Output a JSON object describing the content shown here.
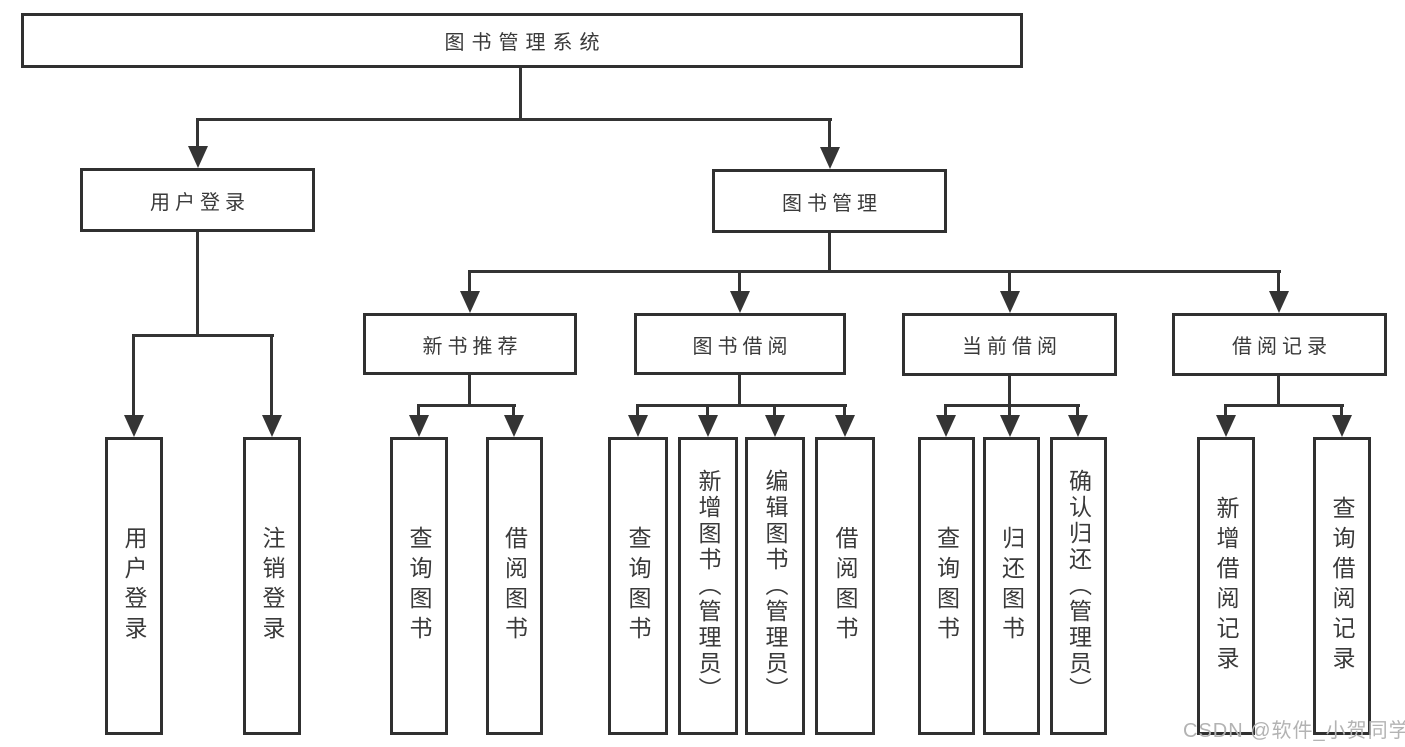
{
  "diagram": {
    "root": {
      "label": "图书管理系统"
    },
    "level2": [
      {
        "label": "用户登录",
        "parent": "图书管理系统"
      },
      {
        "label": "图书管理",
        "parent": "图书管理系统"
      }
    ],
    "level3": [
      {
        "label": "新书推荐",
        "parent": "图书管理"
      },
      {
        "label": "图书借阅",
        "parent": "图书管理"
      },
      {
        "label": "当前借阅",
        "parent": "图书管理"
      },
      {
        "label": "借阅记录",
        "parent": "图书管理"
      }
    ],
    "leaves": [
      {
        "label": "用户登录",
        "parent": "用户登录"
      },
      {
        "label": "注销登录",
        "parent": "用户登录"
      },
      {
        "label": "查询图书",
        "parent": "新书推荐"
      },
      {
        "label": "借阅图书",
        "parent": "新书推荐"
      },
      {
        "label": "查询图书",
        "parent": "图书借阅"
      },
      {
        "label": "新增图书（管理员）",
        "parent": "图书借阅"
      },
      {
        "label": "编辑图书（管理员）",
        "parent": "图书借阅"
      },
      {
        "label": "借阅图书",
        "parent": "图书借阅"
      },
      {
        "label": "查询图书",
        "parent": "当前借阅"
      },
      {
        "label": "归还图书",
        "parent": "当前借阅"
      },
      {
        "label": "确认归还（管理员）",
        "parent": "当前借阅"
      },
      {
        "label": "新增借阅记录",
        "parent": "借阅记录"
      },
      {
        "label": "查询借阅记录",
        "parent": "借阅记录"
      }
    ],
    "watermark": "CSDN @软件_小贺同学",
    "colors": {
      "line": "#343434",
      "border": "#303030",
      "text": "#3a3a3a",
      "background": "#ffffff",
      "watermark": "#b3b3b3"
    }
  }
}
